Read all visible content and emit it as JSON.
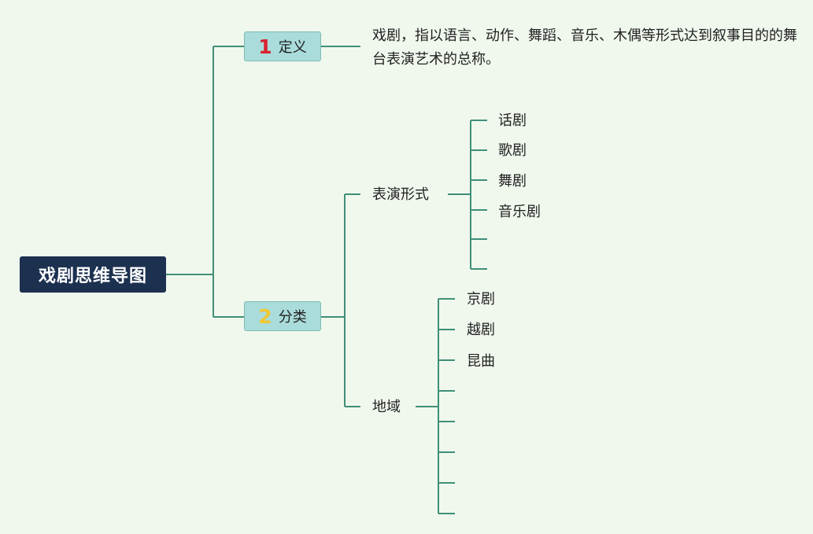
{
  "root": {
    "title": "戏剧思维导图"
  },
  "definition": {
    "number": "1",
    "label": "定义",
    "text": "戏剧，指以语言、动作、舞蹈、音乐、木偶等形式达到叙事目的的舞台表演艺术的总称。"
  },
  "classification": {
    "number": "2",
    "label": "分类",
    "performance": {
      "label": "表演形式",
      "items": [
        "话剧",
        "歌剧",
        "舞剧",
        "音乐剧"
      ]
    },
    "region": {
      "label": "地域",
      "items": [
        "京剧",
        "越剧",
        "昆曲"
      ]
    }
  },
  "colors": {
    "background": "#f0f8ee",
    "connector": "#3f8f77",
    "root_fill": "#1c3150",
    "branch_fill": "#a9dcda",
    "number_1": "#d8222e",
    "number_2": "#f0c732"
  }
}
